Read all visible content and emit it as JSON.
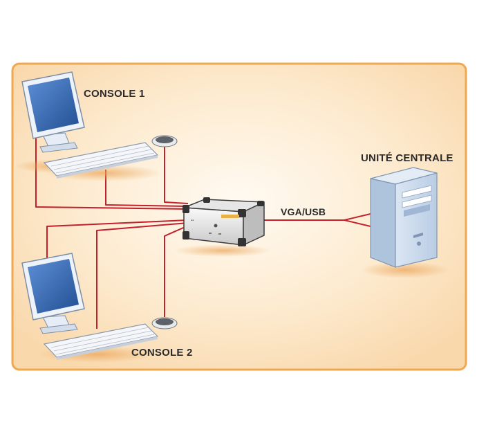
{
  "labels": {
    "console1": "CONSOLE 1",
    "console2": "CONSOLE 2",
    "central_unit": "UNITÉ CENTRALE",
    "link": "VGA/USB"
  },
  "colors": {
    "panel_fill": "#fbe3c2",
    "panel_border": "#f0a850",
    "cable": "#c2202a",
    "monitor_screen": "#3b6fb8",
    "tower": "#c9d9ec"
  },
  "icons": {
    "console1_monitor": "monitor-icon",
    "console1_keyboard": "keyboard-icon",
    "console1_mouse": "mouse-icon",
    "console2_monitor": "monitor-icon",
    "console2_keyboard": "keyboard-icon",
    "console2_mouse": "mouse-icon",
    "switch": "kvm-switch-icon",
    "tower": "pc-tower-icon"
  }
}
